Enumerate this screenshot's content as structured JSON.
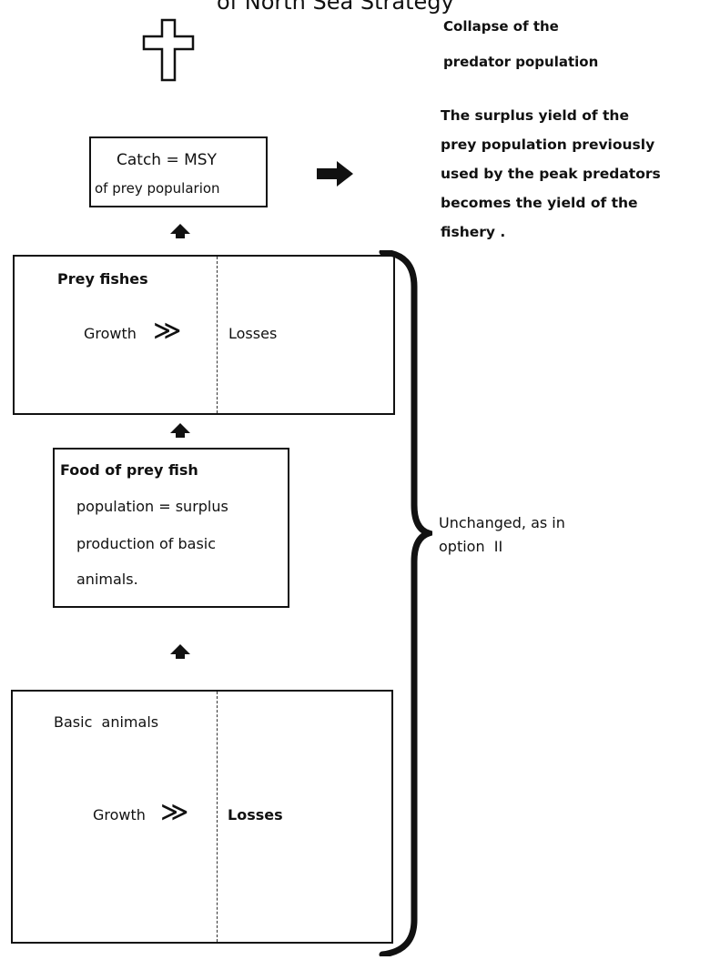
{
  "title_fragment": "of North Sea Strategy",
  "collapse": {
    "line1": "Collapse of the",
    "line2": "predator population"
  },
  "explanation": {
    "lines": [
      "The surplus yield of the",
      "prey population previously",
      "used by the peak predators",
      "becomes the yield of the",
      "fishery ."
    ]
  },
  "catch_box": {
    "line1": "Catch = MSY",
    "line2": "of prey popularion"
  },
  "prey_box": {
    "title": "Prey fishes",
    "growth": "Growth",
    "symbol": "≫",
    "losses": "Losses"
  },
  "food_box": {
    "lines": [
      "Food of prey fish",
      "population = surplus",
      "production of basic",
      "animals."
    ]
  },
  "basic_box": {
    "title": "Basic  animals",
    "growth": "Growth",
    "symbol": "≫",
    "losses": "Losses"
  },
  "brace_note": {
    "line1": "Unchanged, as in",
    "line2": "option  II"
  },
  "icons": [
    "cross-icon",
    "right-arrow-icon",
    "up-arrow-icon",
    "right-brace-icon"
  ]
}
